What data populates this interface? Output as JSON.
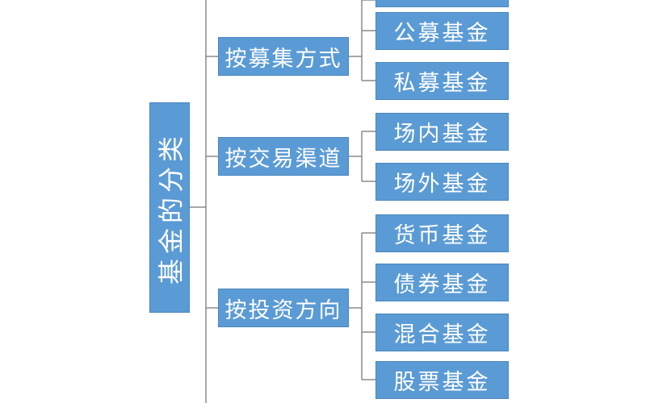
{
  "diagram": {
    "root": {
      "label": "基金的分类"
    },
    "branches": [
      {
        "label": "按募集方式",
        "children": [
          {
            "label": "公募基金"
          },
          {
            "label": "私募基金"
          }
        ]
      },
      {
        "label": "按交易渠道",
        "children": [
          {
            "label": "场内基金"
          },
          {
            "label": "场外基金"
          }
        ]
      },
      {
        "label": "按投资方向",
        "children": [
          {
            "label": "货币基金"
          },
          {
            "label": "债券基金"
          },
          {
            "label": "混合基金"
          },
          {
            "label": "股票基金"
          }
        ]
      }
    ],
    "colors": {
      "node_fill": "#5b9bd5",
      "node_text": "#ffffff",
      "connector": "#8a8a8a"
    }
  }
}
